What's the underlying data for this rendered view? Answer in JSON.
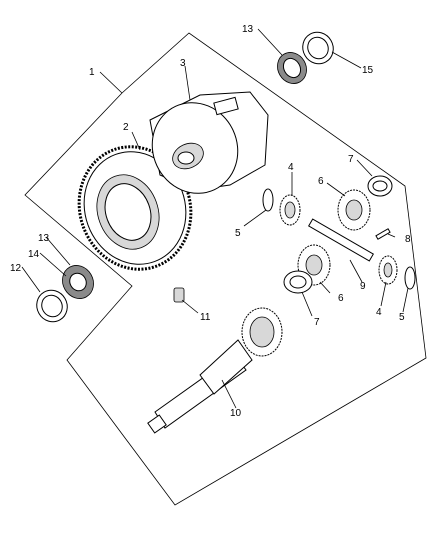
{
  "callouts": [
    {
      "id": "1",
      "text": "1"
    },
    {
      "id": "2",
      "text": "2"
    },
    {
      "id": "3",
      "text": "3"
    },
    {
      "id": "4a",
      "text": "4"
    },
    {
      "id": "4b",
      "text": "4"
    },
    {
      "id": "5a",
      "text": "5"
    },
    {
      "id": "5b",
      "text": "5"
    },
    {
      "id": "6a",
      "text": "6"
    },
    {
      "id": "6b",
      "text": "6"
    },
    {
      "id": "7a",
      "text": "7"
    },
    {
      "id": "7b",
      "text": "7"
    },
    {
      "id": "8",
      "text": "8"
    },
    {
      "id": "9",
      "text": "9"
    },
    {
      "id": "10",
      "text": "10"
    },
    {
      "id": "11",
      "text": "11"
    },
    {
      "id": "12",
      "text": "12"
    },
    {
      "id": "13a",
      "text": "13"
    },
    {
      "id": "13b",
      "text": "13"
    },
    {
      "id": "14",
      "text": "14"
    },
    {
      "id": "15",
      "text": "15"
    }
  ]
}
